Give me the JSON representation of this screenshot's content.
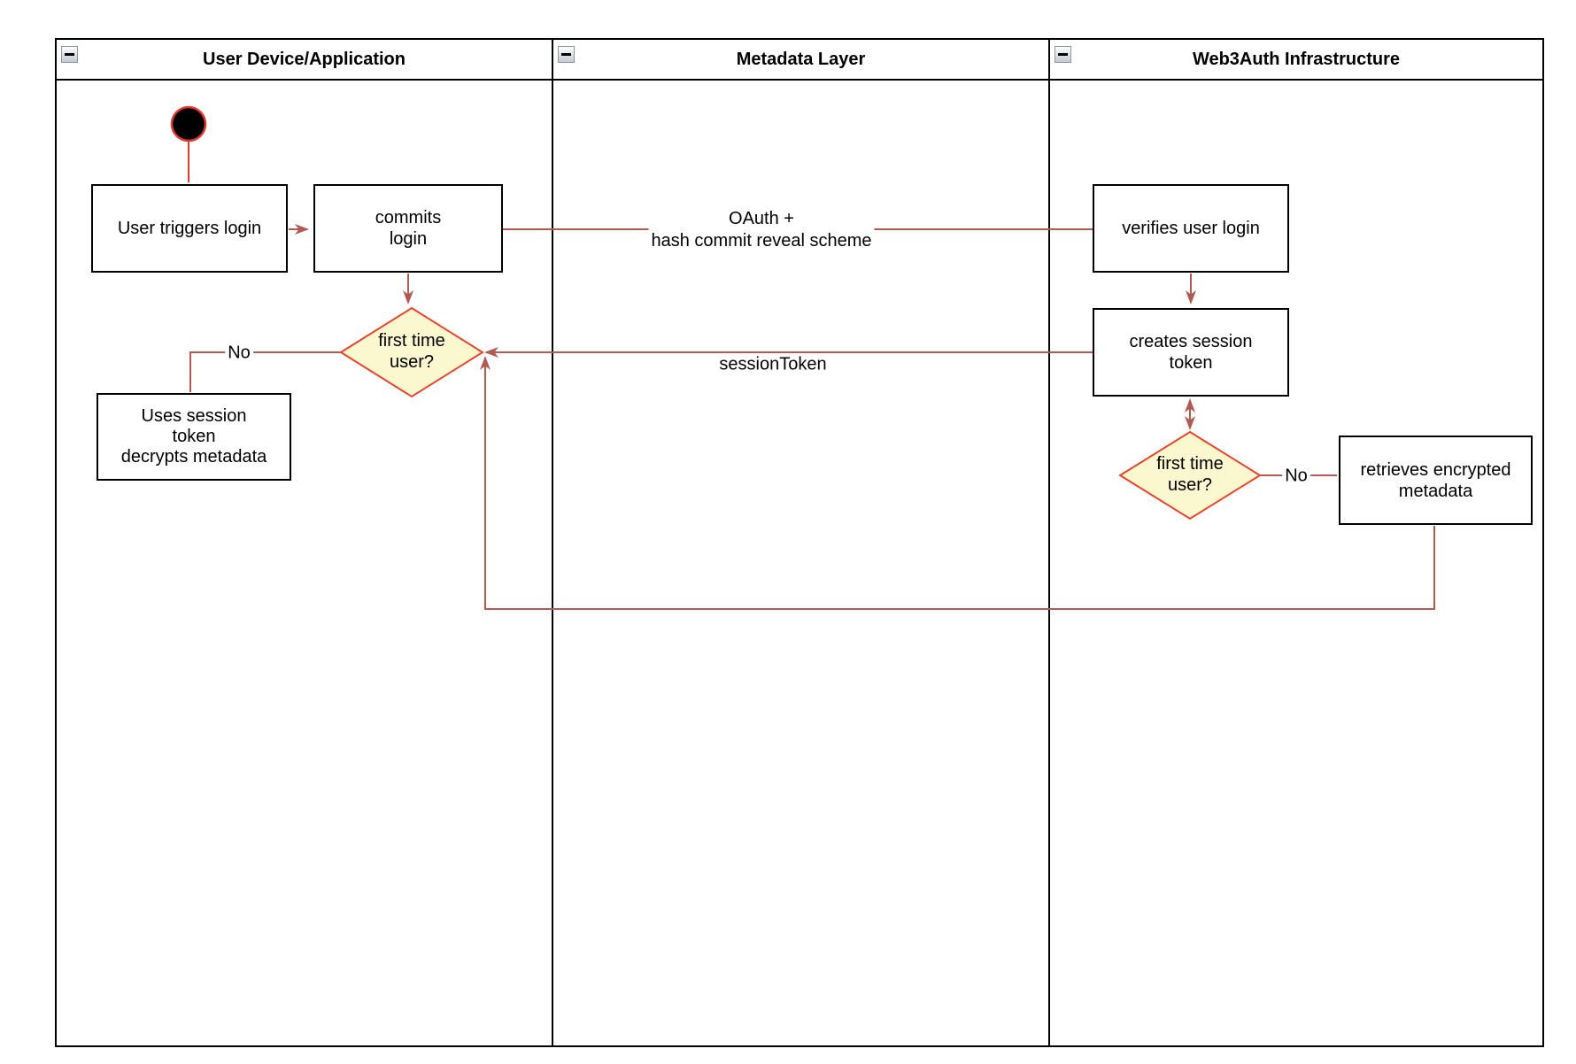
{
  "colors": {
    "flow_arrow": "#b05a52",
    "start_accent": "#e23a2e",
    "diamond_fill": "#fbf7cf",
    "diamond_stroke": "#e8432d",
    "frame": "#000000"
  },
  "lanes": [
    {
      "title": "User Device/Application"
    },
    {
      "title": "Metadata Layer"
    },
    {
      "title": "Web3Auth Infrastructure"
    }
  ],
  "nodes": {
    "user_triggers_login": {
      "label": "User triggers login"
    },
    "commits_login": {
      "label": "commits\nlogin"
    },
    "first_time_user_1": {
      "label": "first time\nuser?"
    },
    "uses_session_token": {
      "label": "Uses session\ntoken\ndecrypts metadata"
    },
    "verifies_user_login": {
      "label": "verifies user login"
    },
    "creates_session_token": {
      "label": "creates session\ntoken"
    },
    "first_time_user_2": {
      "label": "first time\nuser?"
    },
    "retrieves_encrypted_metadata": {
      "label": "retrieves encrypted\nmetadata"
    }
  },
  "edges": {
    "oauth_label": "OAuth +\nhash commit reveal scheme",
    "session_token_label": "sessionToken",
    "no_label_left": "No",
    "no_label_right": "No"
  }
}
